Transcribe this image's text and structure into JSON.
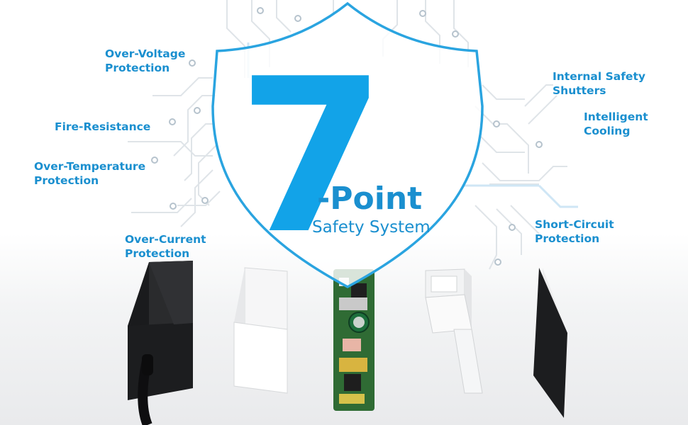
{
  "headline": {
    "number": "7",
    "word": "-Point",
    "subtitle": "Safety System"
  },
  "features_left": [
    {
      "line1": "Over-Voltage",
      "line2": "Protection"
    },
    {
      "line1": "Fire-Resistance",
      "line2": ""
    },
    {
      "line1": "Over-Temperature",
      "line2": "Protection"
    },
    {
      "line1": "Over-Current",
      "line2": "Protection"
    }
  ],
  "features_right": [
    {
      "line1": "Internal Safety",
      "line2": "Shutters"
    },
    {
      "line1": "Intelligent",
      "line2": "Cooling"
    },
    {
      "line1": "Short-Circuit",
      "line2": "Protection"
    }
  ],
  "colors": {
    "accent": "#12a3e8",
    "label_text": "#1a8fcf",
    "circuit_lines": "#d5dbe0",
    "product_dark": "#1b1c1e"
  },
  "icons": [
    "shield-icon",
    "circuit-board-graphic",
    "power-adapter-exploded-view"
  ]
}
